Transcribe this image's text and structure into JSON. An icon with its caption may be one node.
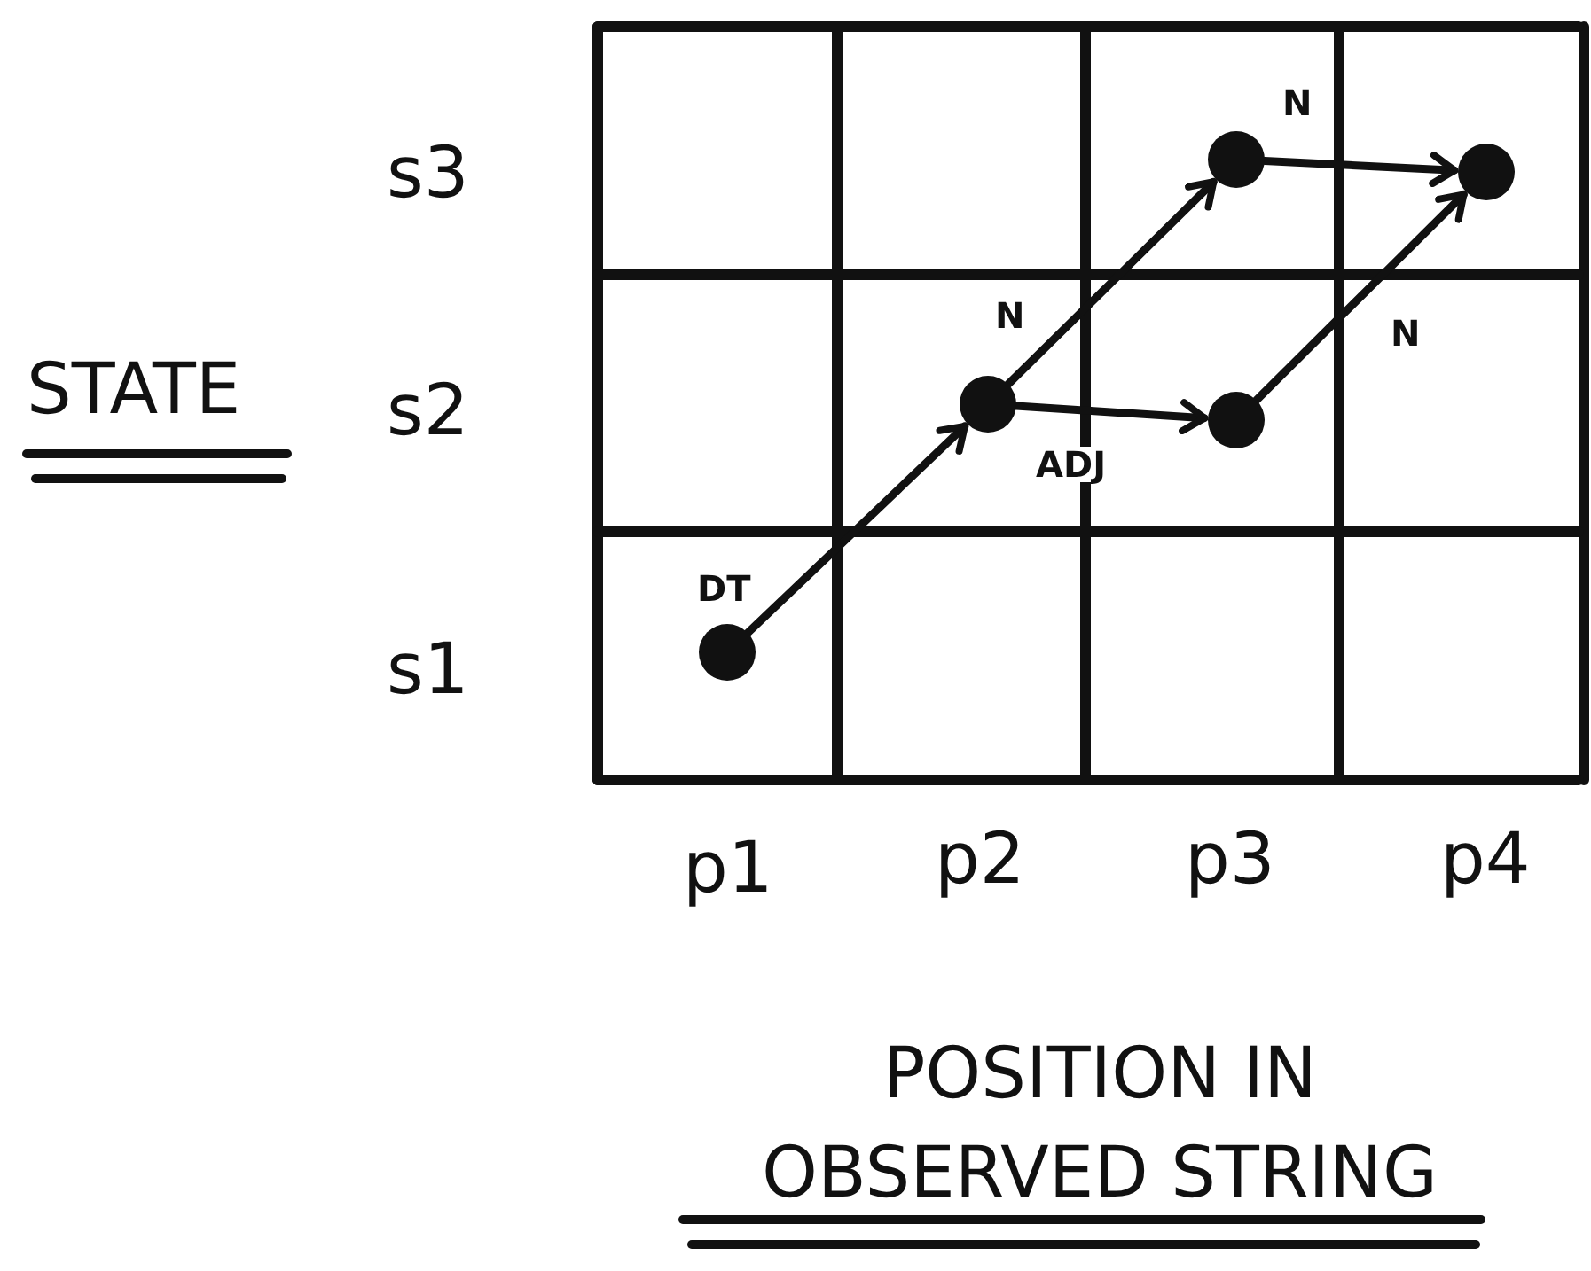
{
  "diagram": {
    "nodes": [
      {
        "text": [],
        "shape": "circle"
      },
      {
        "text": [],
        "shape": "circle"
      },
      {
        "text": [],
        "shape": "circle"
      },
      {
        "text": [],
        "shape": "circle"
      },
      {
        "text": [],
        "shape": "circle"
      }
    ],
    "edges": [
      {
        "from": 0,
        "to": 1,
        "arrow": "to",
        "label": "DT"
      },
      {
        "from": 1,
        "to": 2,
        "arrow": "to",
        "label": "N"
      },
      {
        "from": 1,
        "to": 3,
        "arrow": "to",
        "label": "ADJ"
      },
      {
        "from": 2,
        "to": 4,
        "arrow": "to",
        "label": "N"
      },
      {
        "from": 3,
        "to": 4,
        "arrow": "to",
        "label": "N"
      }
    ],
    "labels": [
      "STATE",
      "s3",
      "s2",
      "s1",
      "p1",
      "p2",
      "p3",
      "p4",
      "POSITION IN OBSERVED STRING"
    ]
  }
}
